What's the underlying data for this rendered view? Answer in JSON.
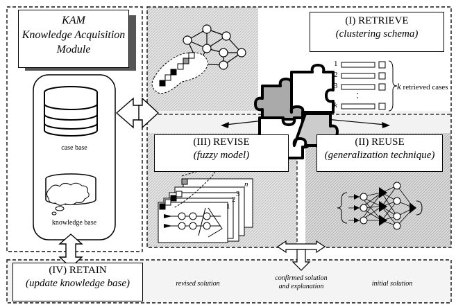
{
  "kam": {
    "line1": "KAM",
    "line2": "Knowledge Acquisition",
    "line3": "Module"
  },
  "storage": {
    "case_base": "case base",
    "knowledge_base": "knowledge base"
  },
  "retrieve": {
    "title": "(I) RETRIEVE",
    "subtitle": "(clustering schema)"
  },
  "reuse": {
    "title": "(II) REUSE",
    "subtitle": "(generalization technique)"
  },
  "revise": {
    "title": "(III) REVISE",
    "subtitle": "(fuzzy model)"
  },
  "retain": {
    "title": "(IV) RETAIN",
    "subtitle": "(update knowledge base)"
  },
  "retrieved_list": {
    "items": [
      "1",
      "2",
      "3",
      "k"
    ],
    "label": "retrieved cases",
    "k_symbol": "k"
  },
  "revise_stack": {
    "labels": [
      "1",
      "2",
      "3",
      "n"
    ]
  },
  "bottom": {
    "revised": "revised solution",
    "confirmed_line1": "confirmed solution",
    "confirmed_line2": "and explanation",
    "initial": "initial solution"
  }
}
